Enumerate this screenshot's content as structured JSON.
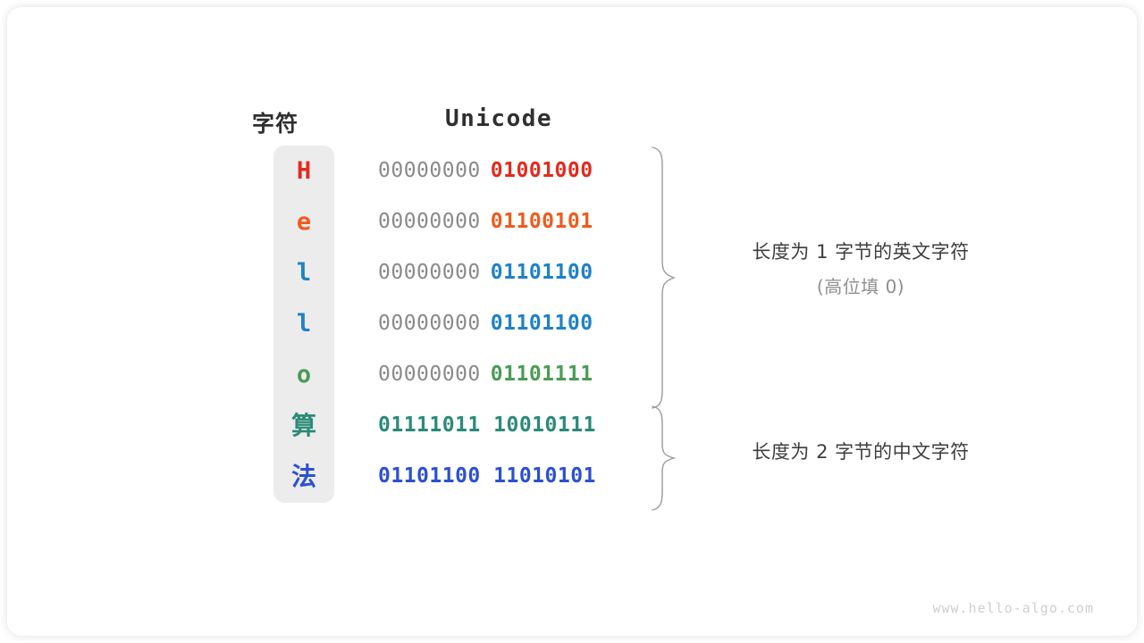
{
  "watermark": "www.hello-algo.com",
  "headers": {
    "char": "字符",
    "unicode": "Unicode"
  },
  "colors": {
    "red": "#e32b1e",
    "orange": "#ef5b1e",
    "blue": "#1f81c9",
    "green": "#4a9c55",
    "teal": "#2b8a78",
    "indigo": "#2b50d0",
    "padding_gray": "#8a8a8a",
    "column_bg": "#ececec",
    "text_dark": "#3d3d3d",
    "text_muted": "#8e8e8e"
  },
  "rows": [
    {
      "char": "H",
      "pad": "00000000",
      "value": "01001000",
      "color": "#e32b1e",
      "cjk": false
    },
    {
      "char": "e",
      "pad": "00000000",
      "value": "01100101",
      "color": "#ef5b1e",
      "cjk": false
    },
    {
      "char": "l",
      "pad": "00000000",
      "value": "01101100",
      "color": "#1f81c9",
      "cjk": false
    },
    {
      "char": "l",
      "pad": "00000000",
      "value": "01101100",
      "color": "#1f81c9",
      "cjk": false
    },
    {
      "char": "o",
      "pad": "00000000",
      "value": "01101111",
      "color": "#4a9c55",
      "cjk": false
    },
    {
      "char": "算",
      "pad": "",
      "value": "01111011 10010111",
      "color": "#2b8a78",
      "cjk": true
    },
    {
      "char": "法",
      "pad": "",
      "value": "01101100 11010101",
      "color": "#2b50d0",
      "cjk": true
    }
  ],
  "annotations": [
    {
      "main": "长度为 1 字节的英文字符",
      "sub": "(高位填 0)"
    },
    {
      "main": "长度为 2 字节的中文字符",
      "sub": ""
    }
  ]
}
